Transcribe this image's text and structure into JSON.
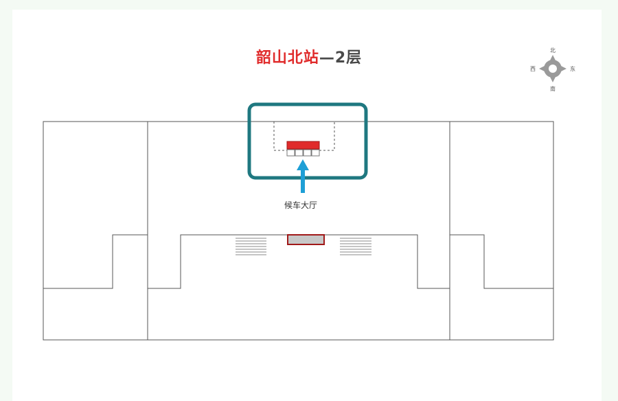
{
  "title": {
    "station": "韶山北站",
    "floor": "—2层"
  },
  "compass": {
    "north": "北",
    "south": "南",
    "east": "东",
    "west": "西"
  },
  "highlight": {
    "label": "候车大厅",
    "box_color": "#1f7880",
    "arrow_color": "#1e9fd6"
  },
  "colors": {
    "station_name": "#e02b2b",
    "walls": "#555555",
    "counter_red": "#e02b2b",
    "counter_gray": "#c8c8c8"
  }
}
